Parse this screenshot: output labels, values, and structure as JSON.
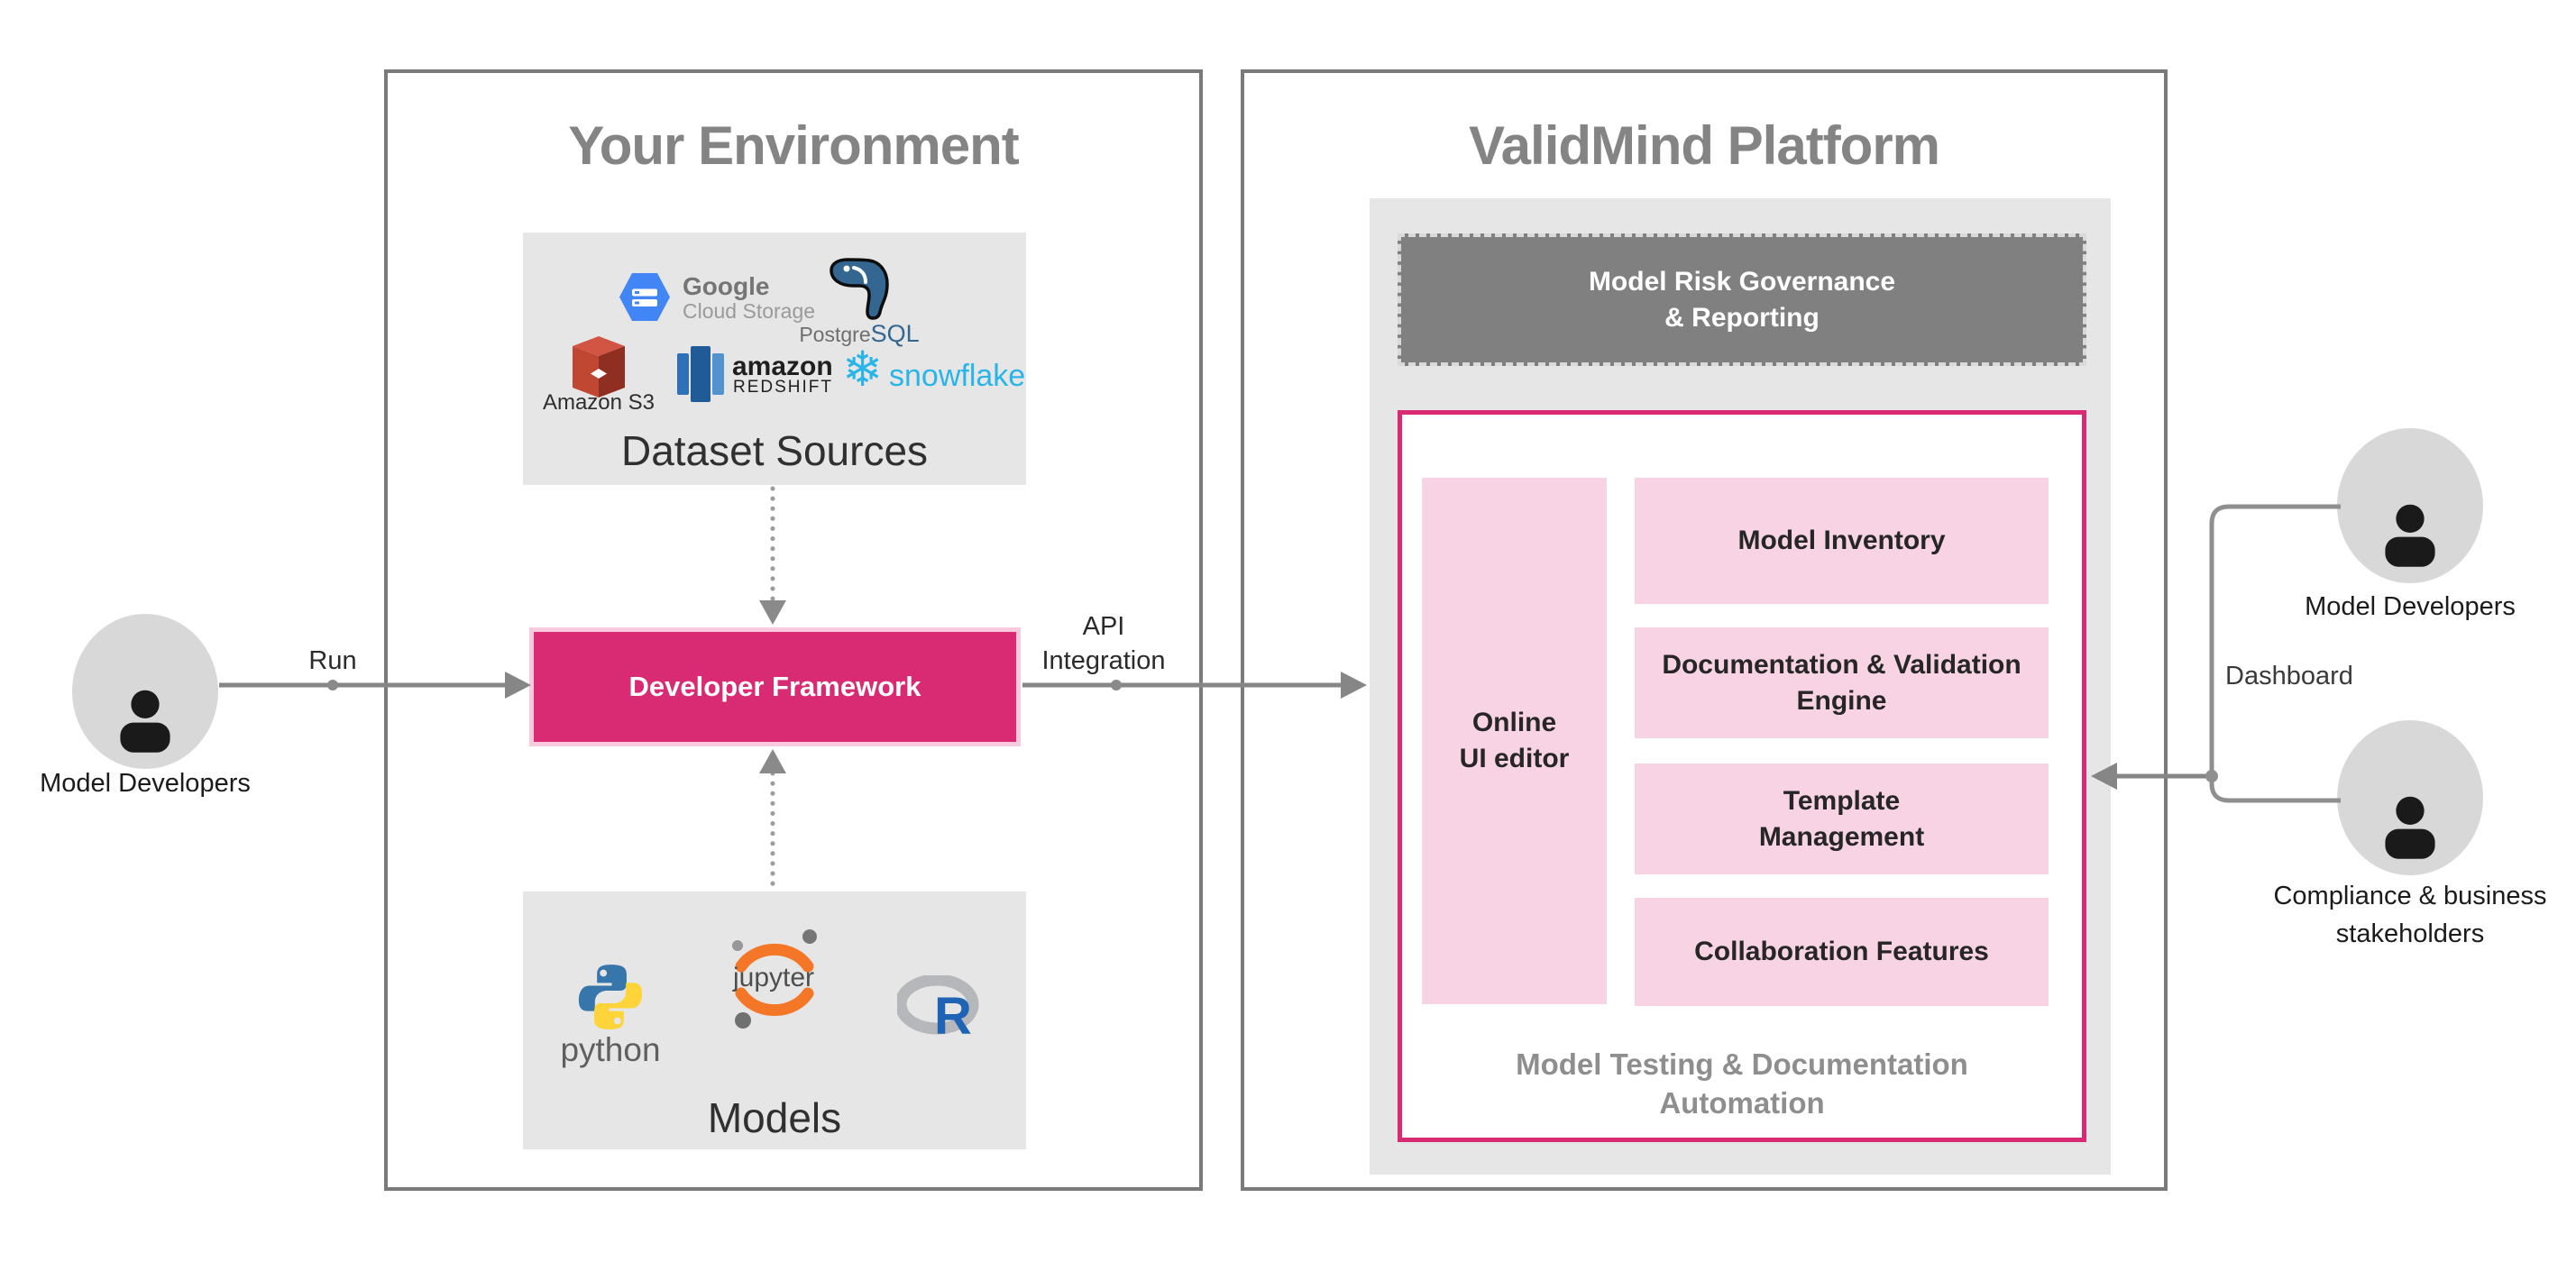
{
  "colors": {
    "pink": "#D92B74",
    "pink_light": "#F8D3E3",
    "pink_border_light": "#F7CADD",
    "grey_panel": "#E6E6E6",
    "grey_dark": "#808080",
    "box_border": "#7A7A7A",
    "line_grey": "#8A8A8A",
    "title_grey": "#848484",
    "caption_grey": "#8E8E8E",
    "text_dark": "#262626",
    "snowflake_blue": "#29B5E8",
    "gcs_blue": "#4285F4",
    "postgres_blue": "#336791",
    "s3_red": "#C7402D",
    "redshift_blue": "#205B97",
    "python_blue": "#3776AB",
    "python_yellow": "#FFD43B",
    "jupyter_orange": "#F37726",
    "r_blue": "#1E63B4"
  },
  "env": {
    "title": "Your Environment",
    "dataset_label": "Dataset Sources",
    "models_label": "Models",
    "developer_framework": "Developer Framework",
    "logos": {
      "gcs_name": "Google",
      "gcs_sub": "Cloud Storage",
      "pg_name_a": "Postgre",
      "pg_name_b": "SQL",
      "s3_label": "Amazon S3",
      "redshift_name": "amazon",
      "redshift_sub": "REDSHIFT",
      "snowflake_label": "snowflake",
      "python_label": "python",
      "jupyter_label": "jupyter",
      "r_label": "R"
    }
  },
  "platform": {
    "title": "ValidMind Platform",
    "governance": {
      "line1": "Model Risk Governance",
      "line2": "& Reporting"
    },
    "online_editor": {
      "line1": "Online",
      "line2": "UI editor"
    },
    "blocks": {
      "inventory": "Model Inventory",
      "docval_line1": "Documentation & Validation",
      "docval_line2": "Engine",
      "template_line1": "Template",
      "template_line2": "Management",
      "collab": "Collaboration Features"
    },
    "caption": {
      "line1": "Model Testing & Documentation",
      "line2": "Automation"
    }
  },
  "actors": {
    "left_label": "Model Developers",
    "right_top_label": "Model Developers",
    "right_bottom_line1": "Compliance & business",
    "right_bottom_line2": "stakeholders"
  },
  "edges": {
    "run": "Run",
    "api_line1": "API",
    "api_line2": "Integration",
    "dashboard": "Dashboard"
  }
}
